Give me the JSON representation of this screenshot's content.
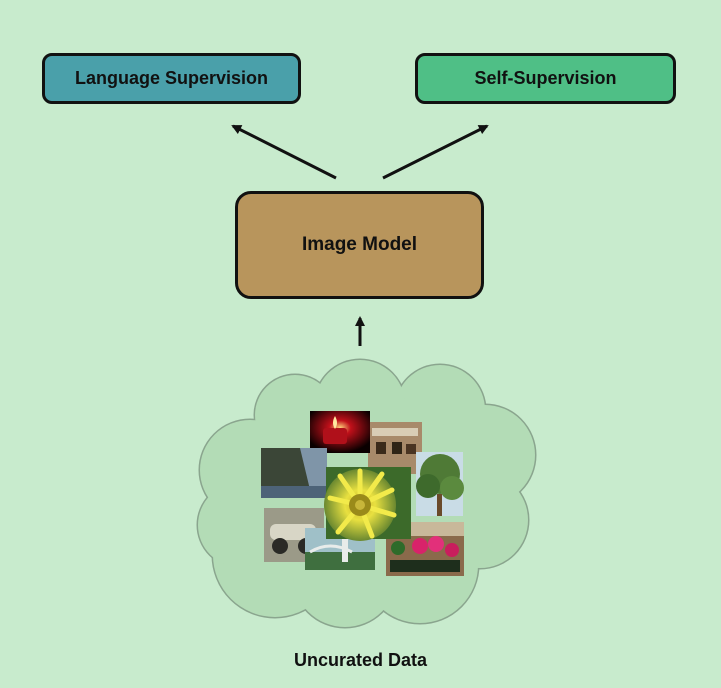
{
  "colors": {
    "background": "#c8ebcd",
    "language_box": "#4aa0aa",
    "self_box": "#4fbf86",
    "model_box": "#b8955c",
    "cloud_fill": "#b3dcb6",
    "cloud_stroke": "#8aa58e",
    "arrow": "#111111"
  },
  "nodes": {
    "language_supervision": "Language Supervision",
    "self_supervision": "Self-Supervision",
    "image_model": "Image Model"
  },
  "data_cloud": {
    "caption": "Uncurated Data",
    "photos": [
      {
        "icon": "candle-photo",
        "color": "#2a0505"
      },
      {
        "icon": "gallery-wall-photo",
        "color": "#a88a6a"
      },
      {
        "icon": "coastal-cliff-photo",
        "color": "#3a4a3a"
      },
      {
        "icon": "tree-photo",
        "color": "#5d7f3e"
      },
      {
        "icon": "yellow-flower-photo",
        "color": "#8c9a1e"
      },
      {
        "icon": "vintage-car-photo",
        "color": "#8f8f80"
      },
      {
        "icon": "park-bench-photo",
        "color": "#4f7a55"
      },
      {
        "icon": "flower-box-photo",
        "color": "#7c5a3d"
      }
    ]
  }
}
